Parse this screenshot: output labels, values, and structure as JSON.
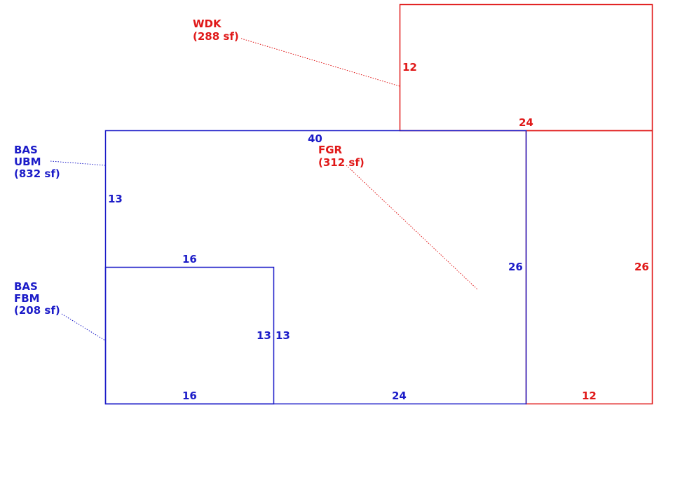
{
  "colors": {
    "living": "#1c1cc8",
    "exterior": "#e01818"
  },
  "areas": {
    "wdk": {
      "code": "WDK",
      "area": "(288 sf)"
    },
    "fgr": {
      "code": "FGR",
      "area": "(312 sf)"
    },
    "ubm": {
      "code1": "BAS",
      "code2": "UBM",
      "area": "(832 sf)"
    },
    "fbm": {
      "code1": "BAS",
      "code2": "FBM",
      "area": "(208 sf)"
    }
  },
  "dimensions": {
    "wdk_side": "12",
    "wdk_bottom": "24",
    "ubm_top": "40",
    "ubm_left": "13",
    "ubm_right": "26",
    "fgr_right": "26",
    "fgr_bottom": "12",
    "fbm_top": "16",
    "fbm_bottom": "16",
    "fbm_right": "13",
    "ubm_inner": "13",
    "ubm_bottom": "24"
  }
}
